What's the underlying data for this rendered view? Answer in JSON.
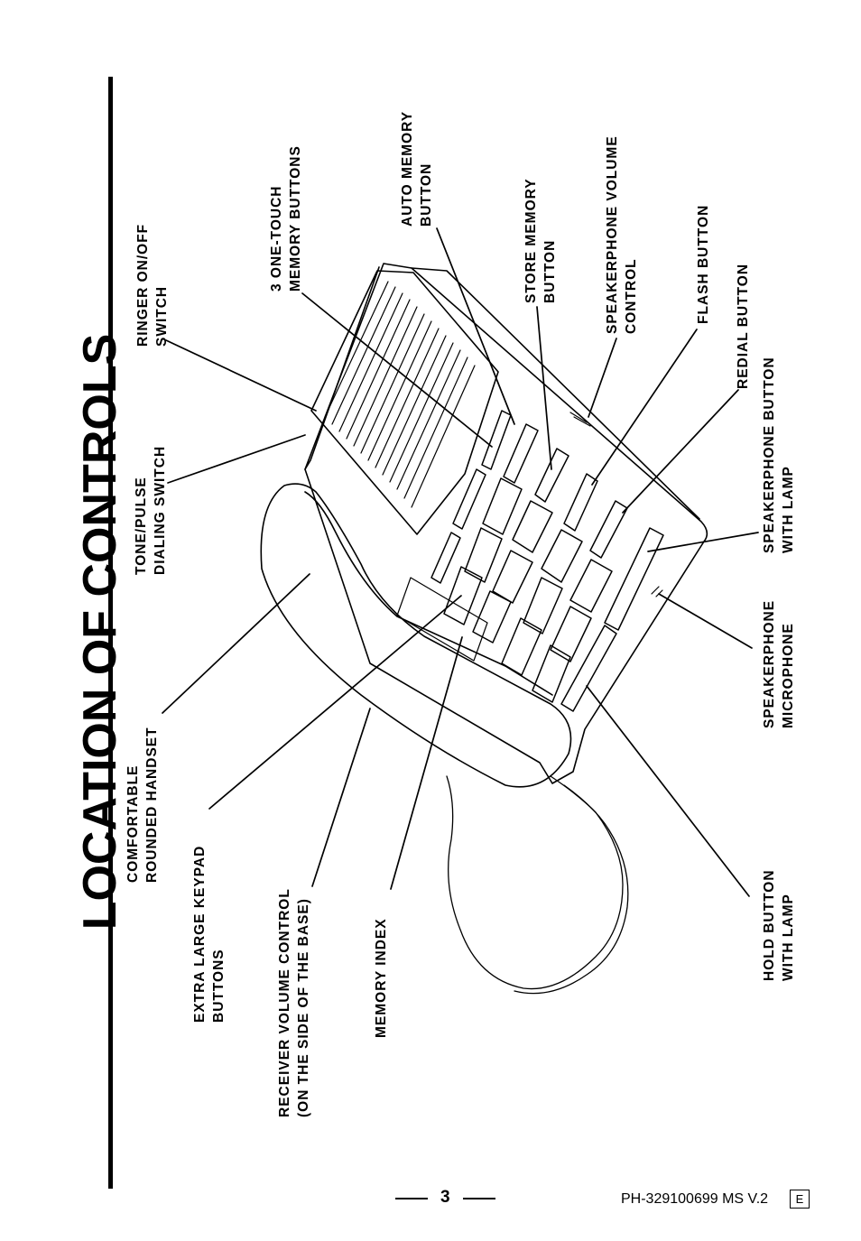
{
  "page": {
    "title": "LOCATION OF CONTROLS",
    "page_number": "3",
    "doc_code": "PH-329100699 MS V.2",
    "lang_box": "E"
  },
  "labels": {
    "ringer": [
      "RINGER ON/OFF",
      "SWITCH"
    ],
    "tone_pulse": [
      "TONE/PULSE",
      "DIALING SWITCH"
    ],
    "handset": [
      "COMFORTABLE",
      "ROUNDED HANDSET"
    ],
    "keypad": [
      "EXTRA LARGE KEYPAD",
      "BUTTONS"
    ],
    "receiver_volume": [
      "RECEIVER VOLUME CONTROL",
      "(ON THE SIDE OF THE BASE)"
    ],
    "memory_index": [
      "MEMORY INDEX"
    ],
    "one_touch": [
      "3 ONE-TOUCH",
      "MEMORY BUTTONS"
    ],
    "auto_memory": [
      "AUTO MEMORY",
      "BUTTON"
    ],
    "store_memory": [
      "STORE MEMORY",
      "BUTTON"
    ],
    "speaker_volume": [
      "SPEAKERPHONE VOLUME",
      "CONTROL"
    ],
    "flash": [
      "FLASH BUTTON"
    ],
    "redial": [
      "REDIAL BUTTON"
    ],
    "speaker_button": [
      "SPEAKERPHONE BUTTON",
      "WITH LAMP"
    ],
    "speaker_mic": [
      "SPEAKERPHONE",
      "MICROPHONE"
    ],
    "hold": [
      "HOLD BUTTON",
      "WITH LAMP"
    ]
  }
}
